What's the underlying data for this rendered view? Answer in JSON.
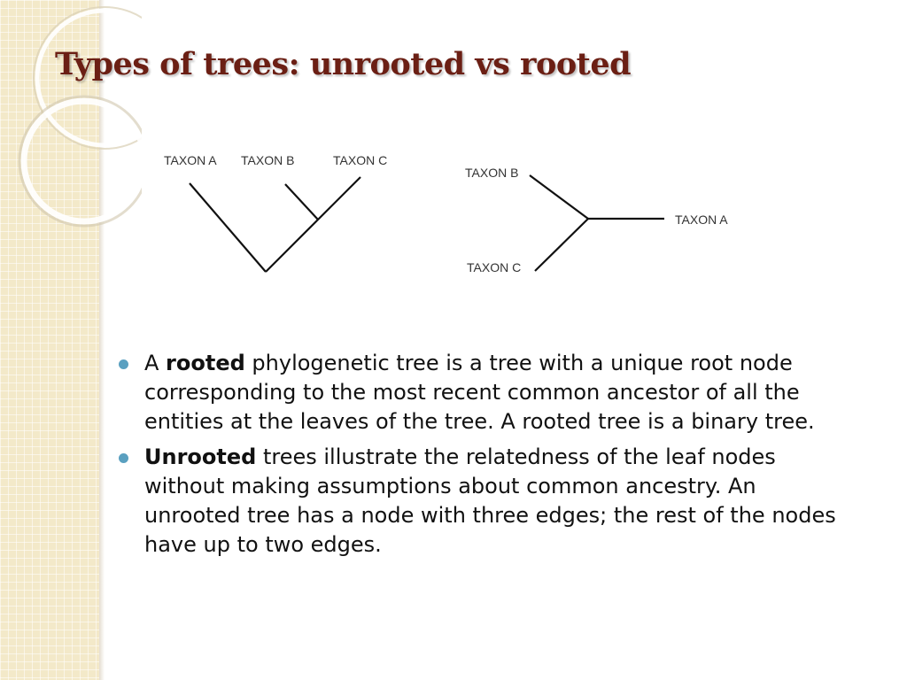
{
  "slide": {
    "title": "Types of trees: unrooted vs rooted"
  },
  "rooted_tree": {
    "labels": [
      "TAXON A",
      "TAXON B",
      "TAXON C"
    ]
  },
  "unrooted_tree": {
    "labels": [
      "TAXON B",
      "TAXON A",
      "TAXON C"
    ]
  },
  "bullets": [
    {
      "prefix": "A ",
      "bold": "rooted",
      "rest": " phylogenetic tree is a tree with a unique root node corresponding to the most recent common ancestor of all the entities at the leaves of the tree.  A rooted tree is a binary tree."
    },
    {
      "prefix": "",
      "bold": "Unrooted",
      "rest": " trees illustrate the relatedness of the leaf nodes without making assumptions about common ancestry.  An unrooted tree has a node with three edges; the rest of the nodes have up to two edges."
    }
  ],
  "colors": {
    "title": "#6b1f14",
    "bullet": "#5aa0c0",
    "panel": "#f3e9c9"
  }
}
